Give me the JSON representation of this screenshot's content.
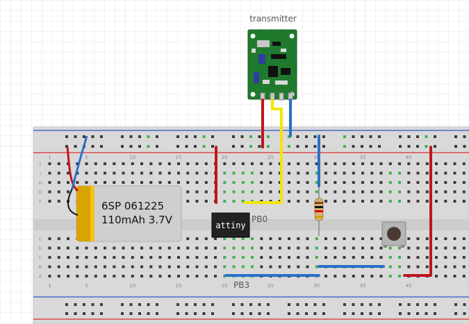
{
  "labels": {
    "transmitter": "transmitter",
    "pb0": "PB0",
    "pb3": "PB3",
    "chip": "attiny",
    "battery_line1": "6SP 061225",
    "battery_line2": "110mAh 3.7V"
  },
  "breadboard": {
    "column_numbers": [
      "1",
      "5",
      "10",
      "15",
      "20",
      "25",
      "30",
      "35",
      "40"
    ],
    "row_letters_top": [
      "J",
      "I",
      "H",
      "G",
      "F"
    ],
    "row_letters_bottom": [
      "E",
      "D",
      "C",
      "B",
      "A"
    ]
  },
  "colors": {
    "wire_red": "#c0161c",
    "wire_blue": "#2a6fc9",
    "wire_yellow": "#f2e600",
    "wire_black": "#111111",
    "rail_red": "#e0474c",
    "rail_blue": "#4b6cc8",
    "pcb_green": "#1f7a2e",
    "battery_yellow": "#d9a400",
    "chip_black": "#222222",
    "hole_green": "#3fb34f"
  }
}
